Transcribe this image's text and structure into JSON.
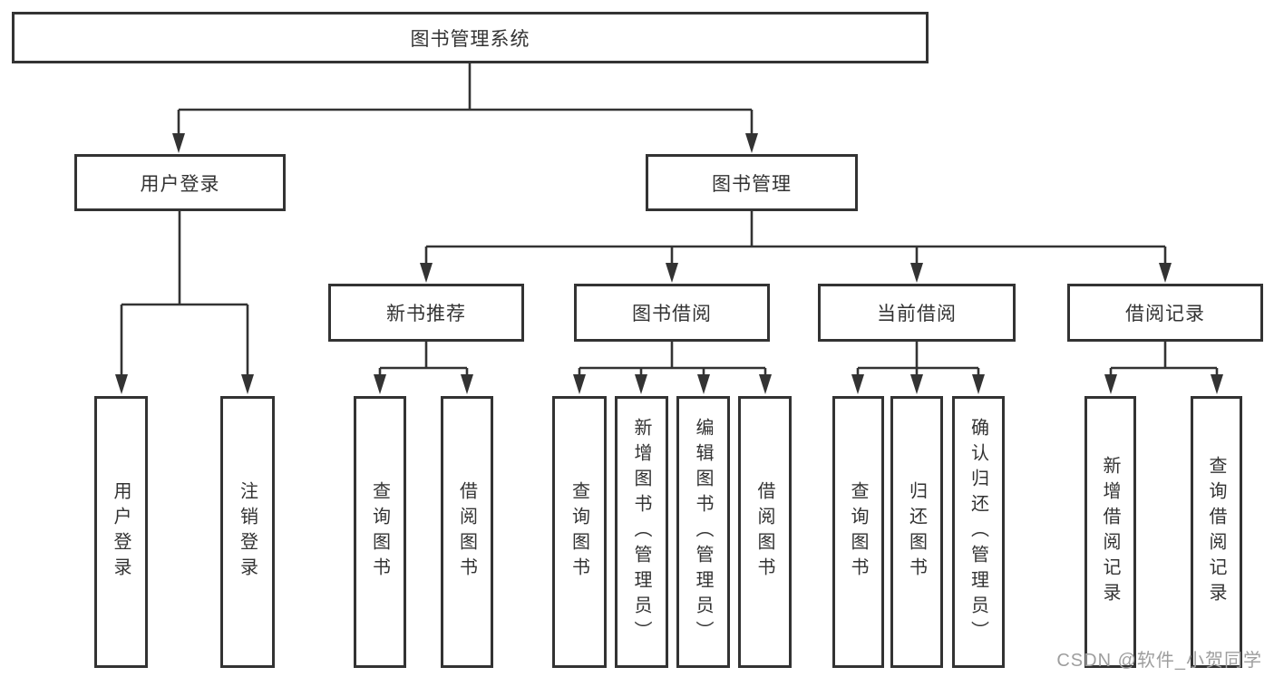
{
  "diagram": {
    "root": {
      "label": "图书管理系统"
    },
    "branches": [
      {
        "label": "用户登录",
        "children": [
          {
            "label": "用户登录"
          },
          {
            "label": "注销登录"
          }
        ]
      },
      {
        "label": "图书管理",
        "children": [
          {
            "label": "新书推荐",
            "children": [
              {
                "label": "查询图书"
              },
              {
                "label": "借阅图书"
              }
            ]
          },
          {
            "label": "图书借阅",
            "children": [
              {
                "label": "查询图书"
              },
              {
                "label": "新增图书（管理员）"
              },
              {
                "label": "编辑图书（管理员）"
              },
              {
                "label": "借阅图书"
              }
            ]
          },
          {
            "label": "当前借阅",
            "children": [
              {
                "label": "查询图书"
              },
              {
                "label": "归还图书"
              },
              {
                "label": "确认归还（管理员）"
              }
            ]
          },
          {
            "label": "借阅记录",
            "children": [
              {
                "label": "新增借阅记录"
              },
              {
                "label": "查询借阅记录"
              }
            ]
          }
        ]
      }
    ]
  },
  "watermark": {
    "text": "CSDN @软件_小贺同学",
    "color": "#9e9e9e"
  },
  "colors": {
    "line": "#333333",
    "box_border": "#333333",
    "box_background": "#ffffff",
    "text": "#333333"
  }
}
